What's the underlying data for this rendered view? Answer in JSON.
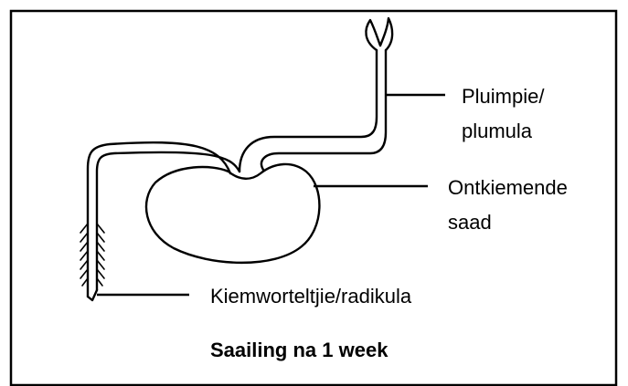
{
  "labels": {
    "plumule_line1": "Pluimpie/",
    "plumule_line2": "plumula",
    "seed_line1": "Ontkiemende",
    "seed_line2": "saad",
    "radicle": "Kiemworteltjie/radikula"
  },
  "caption": "Saailing na 1 week"
}
